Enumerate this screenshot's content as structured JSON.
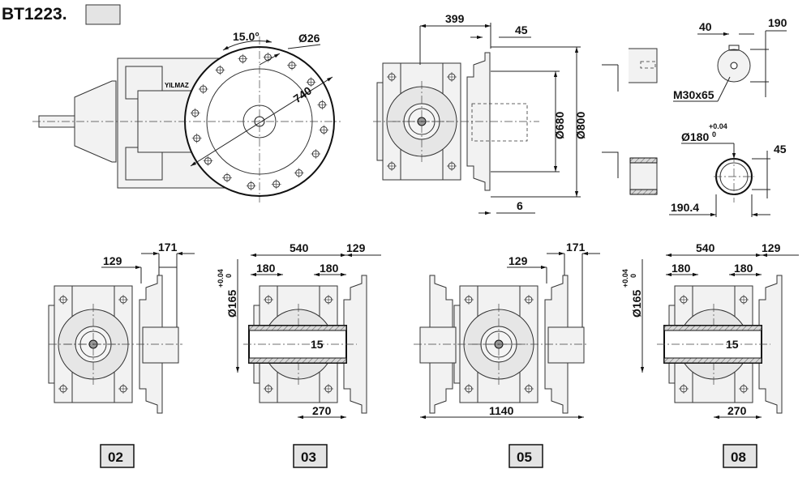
{
  "title": {
    "code": "BT1223."
  },
  "side_view": {
    "angle": "15.0°",
    "hole_dia": "Ø26",
    "pcd": "740",
    "brand": "YILMAZ"
  },
  "front_view": {
    "dim_a": "399",
    "dim_b": "45",
    "dim_spigot": "Ø680",
    "dim_flange": "Ø800",
    "dim_c": "6"
  },
  "shaft_solid": {
    "key_width": "40",
    "height": "190",
    "thread": "M30x65"
  },
  "shaft_hollow": {
    "bore": "Ø180",
    "tol_upper": "+0.04",
    "tol_lower": "0",
    "key_width": "45",
    "height": "190.4"
  },
  "variants": [
    {
      "label": "02",
      "dims": {
        "a": "129",
        "b": "171"
      }
    },
    {
      "label": "03",
      "dims": {
        "total": "540",
        "left": "180",
        "right": "180",
        "flange": "129",
        "bore": "Ø165",
        "tol_upper": "+0.04",
        "tol_lower": "0",
        "key": "15",
        "half": "270"
      }
    },
    {
      "label": "05",
      "dims": {
        "a": "129",
        "b": "171",
        "total": "1140"
      }
    },
    {
      "label": "08",
      "dims": {
        "total": "540",
        "left": "180",
        "right": "180",
        "flange": "129",
        "bore": "Ø165",
        "tol_upper": "+0.04",
        "tol_lower": "0",
        "key": "15",
        "half": "270"
      }
    }
  ],
  "colors": {
    "label_box": "#e4e4e4",
    "body": "#f2f2f2"
  }
}
